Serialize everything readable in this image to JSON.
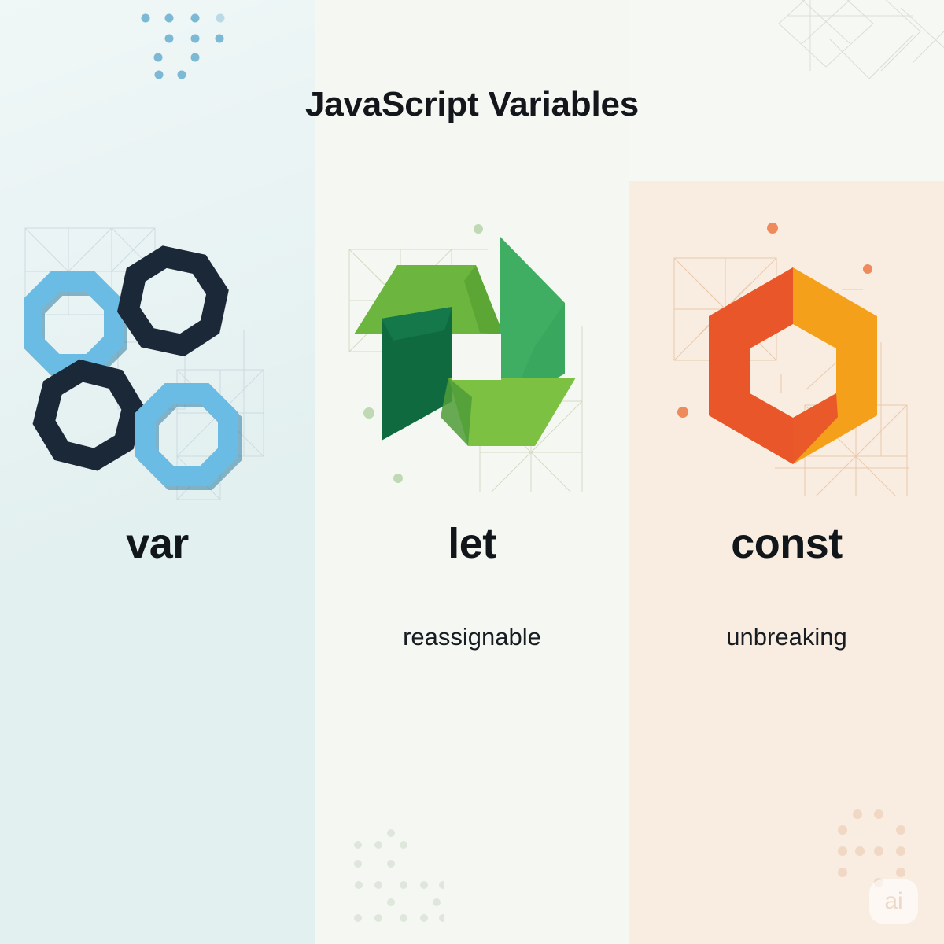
{
  "page": {
    "title": "JavaScript Variables",
    "background": "#f6f8f3"
  },
  "watermark": {
    "label": "ai"
  },
  "cards": [
    {
      "id": "var",
      "label": "var",
      "subtitle": "",
      "panel_color": "#e3f0f0",
      "icon_name": "four-octagon-rings-icon",
      "icon_colors": [
        "#6bbce4",
        "#1b2838"
      ]
    },
    {
      "id": "let",
      "label": "let",
      "subtitle": "reassignable",
      "panel_color": "#f5f8f2",
      "icon_name": "green-pinwheel-recycle-icon",
      "icon_colors": [
        "#6cb63f",
        "#3fae63",
        "#0f6b3f",
        "#7cc142"
      ]
    },
    {
      "id": "const",
      "label": "const",
      "subtitle": "unbreaking",
      "panel_color": "#f9ece0",
      "icon_name": "orange-hexagon-ring-icon",
      "icon_colors": [
        "#f5a01b",
        "#e8562a"
      ]
    }
  ],
  "decor": {
    "dots_top_left_color": "#7cb9d4",
    "dots_bottom_mid_color": "#dfe6dc",
    "dots_bottom_right_color": "#f0d8c4",
    "accent_dot_green": "#bfd9b4",
    "accent_dot_orange": "#ef8a5c",
    "grid_line_blue": "#c6d8e0",
    "grid_line_green": "#cfd8c0",
    "grid_line_orange": "#e8c9ac"
  }
}
